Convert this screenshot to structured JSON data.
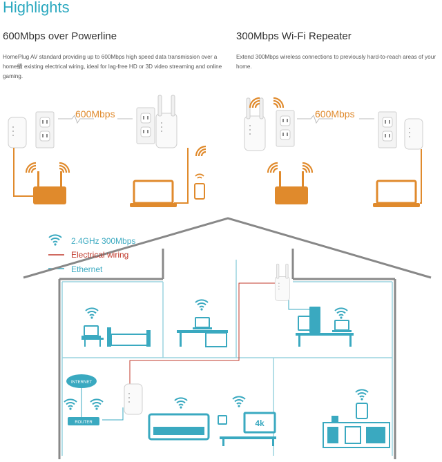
{
  "header": {
    "title": "Highlights"
  },
  "left_section": {
    "title": "600Mbps over Powerline",
    "description": "HomePlug AV standard providing up to 600Mbps high speed data transmission over a home績 existing electrical wiring, ideal for lag-free HD or 3D video streaming and online gaming.",
    "speed": "600Mbps"
  },
  "right_section": {
    "title": "300Mbps Wi-Fi Repeater",
    "description": "Extend 300Mbps wireless connections to previously hard-to-reach areas of your home.",
    "speed": "600Mbps"
  },
  "legend": {
    "wifi": "2.4GHz 300Mbps",
    "electrical": "Electrical wiring",
    "ethernet": "Ethernet"
  },
  "house_labels": {
    "internet": "INTERNET",
    "router": "ROUTER",
    "tv": "4k"
  },
  "colors": {
    "accent": "#2aa8bf",
    "orange": "#e08a2c",
    "electric": "#c0392b",
    "room_line": "#9ad3df",
    "house_outline": "#888888"
  }
}
